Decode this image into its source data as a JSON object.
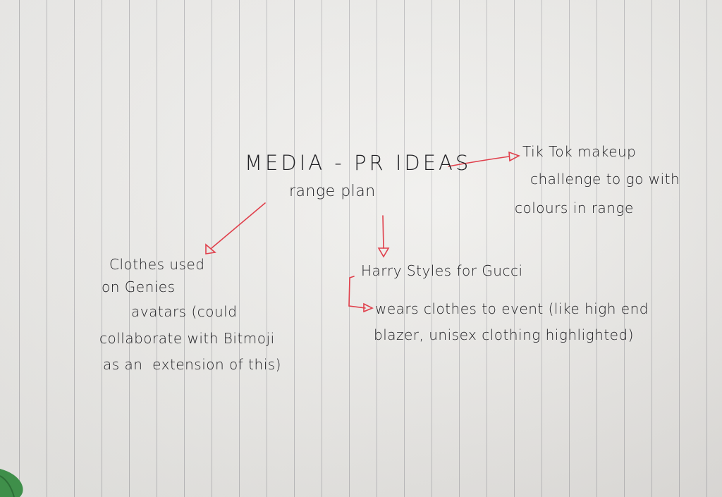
{
  "note": {
    "title": "MEDIA - PR IDEAS",
    "subtitle": "range plan",
    "tiktok": [
      "Tik Tok makeup",
      "challenge to go with",
      "colours in range"
    ],
    "genies": [
      "Clothes used",
      "on Genies",
      "avatars (could",
      "collaborate with Bitmoji",
      "as an  extension of this)"
    ],
    "harry": "Harry Styles for Gucci",
    "event": [
      "wears clothes to event (like high end",
      "blazer, unisex clothing highlighted)"
    ]
  },
  "colors": {
    "ink": "#1e1e22",
    "arrow": "#e0404c",
    "paper": "#efeeeb"
  }
}
